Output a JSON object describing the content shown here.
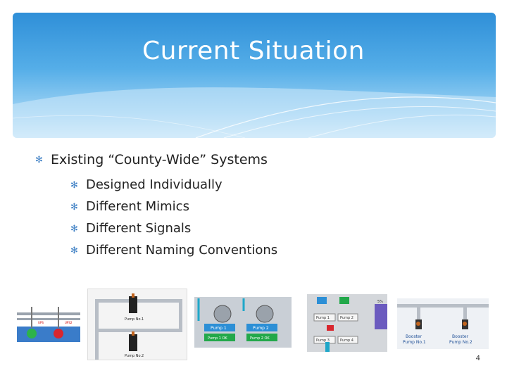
{
  "slide": {
    "title": "Current Situation",
    "bullet": "Existing “County-Wide” Systems",
    "sub_bullets": [
      "Designed Individually",
      "Different Mimics",
      "Different Signals",
      "Different Naming Conventions"
    ],
    "page_number": "4",
    "bullet_icon": "asterisk-bullet-icon"
  },
  "mimics": {
    "m1": {
      "labels": [
        "UPS",
        "UPS2"
      ]
    },
    "m2": {
      "labels": [
        "Pump No.1",
        "Pump No.2"
      ]
    },
    "m3": {
      "labels": [
        "Pump 1",
        "Pump 2",
        "Pump 1 OK",
        "Pump 2 OK"
      ]
    },
    "m4": {
      "labels": [
        "Pump 1",
        "Pump 2",
        "Pump 3",
        "Pump 4",
        "5%"
      ]
    },
    "m5": {
      "labels": [
        "Booster",
        "Pump No.1",
        "Booster",
        "Pump No.2"
      ]
    }
  },
  "colors": {
    "accent": "#3d7fc4",
    "header_top": "#2f8fd8",
    "header_bottom": "#d8eefb"
  }
}
